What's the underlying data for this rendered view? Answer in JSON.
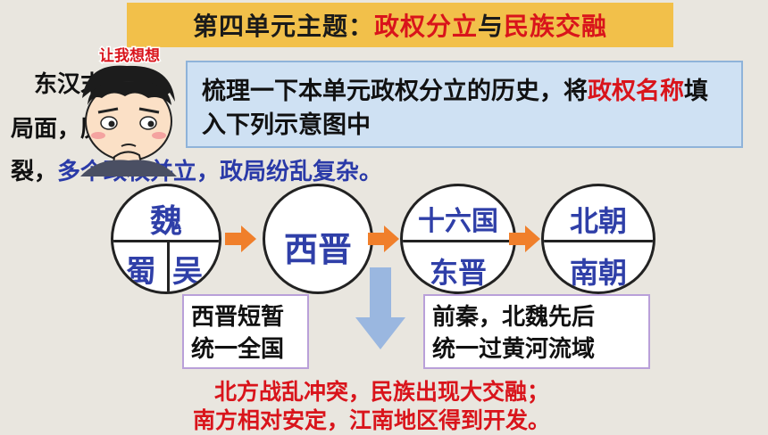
{
  "title": {
    "prefix": "第四单元主题：",
    "highlight1": "政权分立",
    "connector": "与",
    "highlight2": "民族交融"
  },
  "cartoon": {
    "caption": "让我想想"
  },
  "intro": {
    "line1": "东汉末年的",
    "line2": "局面，历",
    "line3_prefix": "裂，",
    "line3_blue": "多个政权并立，政局纷乱复杂。"
  },
  "callout": {
    "text_start": "梳理一下本单元政权分立的历史，将",
    "text_red": "政权名称",
    "text_end": "填入下列示意图中"
  },
  "diagram": {
    "nodes": [
      {
        "top": "魏",
        "bottom_left": "蜀",
        "bottom_right": "吴"
      },
      {
        "center": "西晋"
      },
      {
        "top": "十六国",
        "bottom": "东晋"
      },
      {
        "top": "北朝",
        "bottom": "南朝"
      }
    ],
    "arrow_color": "#f07f2b",
    "down_arrow_color": "#9ab7e0"
  },
  "notes": {
    "left": [
      "西晋短暂",
      "统一全国"
    ],
    "right": [
      "前秦，北魏先后",
      "统一过黄河流域"
    ]
  },
  "summary": {
    "line1": "北方战乱冲突，民族出现大交融；",
    "line2": "南方相对安定，江南地区得到开发。"
  }
}
